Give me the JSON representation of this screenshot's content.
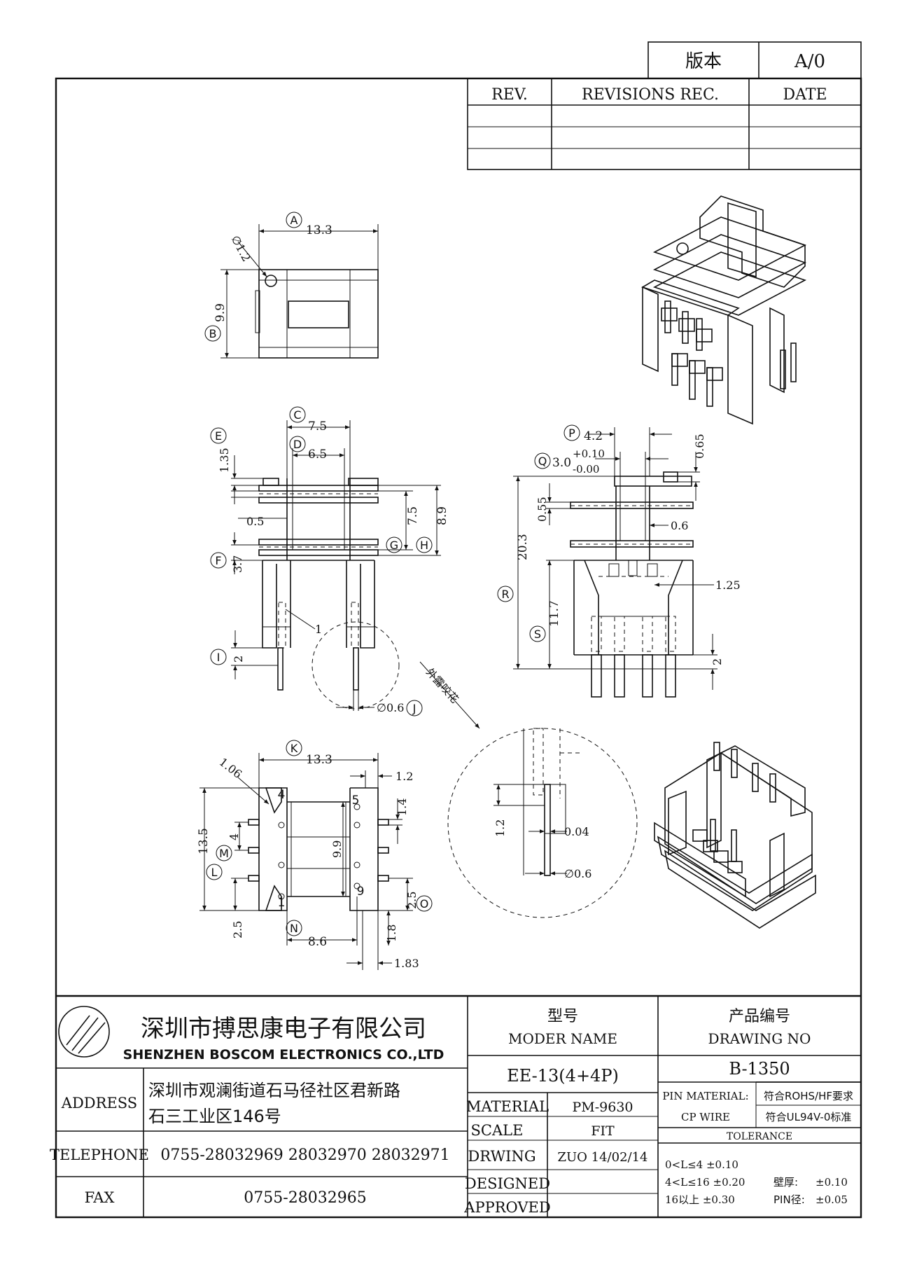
{
  "version_box": {
    "label": "版本",
    "value": "A/0"
  },
  "revisions": {
    "headers": [
      "REV.",
      "REVISIONS REC.",
      "DATE"
    ]
  },
  "dims": {
    "A": "A",
    "B": "B",
    "C": "C",
    "D": "D",
    "E": "E",
    "F": "F",
    "G": "G",
    "H": "H",
    "I": "I",
    "J": "J",
    "K": "K",
    "L": "L",
    "M": "M",
    "N": "N",
    "O": "O",
    "P": "P",
    "Q": "Q",
    "R": "R",
    "S": "S",
    "a_val": "13.3",
    "hole": "∅1.2",
    "b_val": "9.9",
    "c_val": "7.5",
    "d_val": "6.5",
    "e_val": "1.35",
    "half": "0.5",
    "f_val": "3.7",
    "g_val": "7.5",
    "h_val": "8.9",
    "one": "1",
    "i_val": "2",
    "j_val": "∅0.6",
    "p_val": "4.2",
    "q_val": "3.0",
    "q_tol_plus": "+0.10",
    "q_tol_minus": "-0.00",
    "r065": "0.65",
    "r055": "0.55",
    "r06": "0.6",
    "r125": "1.25",
    "r_val": "20.3",
    "s_val": "11.7",
    "s2": "2",
    "k_val": "13.3",
    "k106": "1.06",
    "k12": "1.2",
    "l_val": "13.5",
    "m_val": "4",
    "m14": "1.4",
    "c99": "9.9",
    "k25a": "2.5",
    "o_val": "2.5",
    "n_val": "8.6",
    "n18": "1.8",
    "n183": "1.83",
    "pin4": "4",
    "pin1": "1",
    "pin5": "5",
    "pin9": "9",
    "detail_12": "1.2",
    "detail_004": "0.04",
    "detail_06": "∅0.6",
    "exposed_note": "外露咬花"
  },
  "title_block": {
    "company_cn": "深圳市搏思康电子有限公司",
    "company_en": "SHENZHEN BOSCOM ELECTRONICS CO.,LTD",
    "address_label": "ADDRESS",
    "address_line1": "深圳市观澜街道石马径社区君新路",
    "address_line2": "石三工业区146号",
    "telephone_label": "TELEPHONE",
    "telephone": "0755-28032969 28032970 28032971",
    "fax_label": "FAX",
    "fax": "0755-28032965",
    "model_cn": "型号",
    "model_en": "MODER NAME",
    "model_value": "EE-13(4+4P)",
    "drawing_cn": "产品编号",
    "drawing_en": "DRAWING NO",
    "drawing_value": "B-1350",
    "material_label": "MATERIAL",
    "material_value": "PM-9630",
    "scale_label": "SCALE",
    "scale_value": "FIT",
    "drwing_label": "DRWING",
    "drwing_value": "ZUO 14/02/14",
    "designed_label": "DESIGNED",
    "approved_label": "APPROVED",
    "pin_material_label": "PIN MATERIAL:",
    "pin_material_value": "符合ROHS/HF要求",
    "cp_wire_label": "CP WIRE",
    "cp_wire_value": "符合UL94V-0标准",
    "tolerance_label": "TOLERANCE",
    "tol1": "0<L≤4  ±0.10",
    "tol2": "4<L≤16 ±0.20",
    "tol3": "16以上    ±0.30",
    "wall_label": "壁厚:",
    "wall_value": "±0.10",
    "pin_dia_label": "PIN径:",
    "pin_dia_value": "±0.05"
  }
}
